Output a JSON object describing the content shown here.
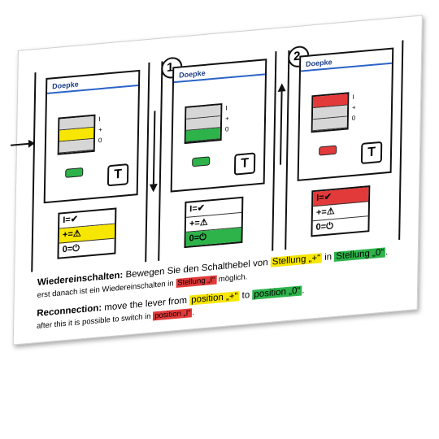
{
  "brand": "Doepke",
  "t_button": "T",
  "steps": [
    "1.",
    "2."
  ],
  "scale": [
    "I",
    "+",
    "0"
  ],
  "legend": [
    {
      "left": "I",
      "right": "=✔"
    },
    {
      "left": "+",
      "right": "=⚠"
    },
    {
      "left": "0",
      "right": "=⏻"
    }
  ],
  "colors": {
    "yellow": "#f7e600",
    "green": "#2db34a",
    "red": "#e23a3a",
    "grey": "#d6d6d6",
    "blue": "#2b63c8"
  },
  "german": {
    "title": "Wiedereinschalten:",
    "t1": " Bewegen Sie den Schalthebel von ",
    "hl1": "Stellung „+“",
    "t2": " in ",
    "hl2": "Stellung „0“",
    "t3": ".",
    "t4": "erst danach ist ein Wiedereinschalten in ",
    "hl3": "Stellung „I“",
    "t5": " möglich."
  },
  "english": {
    "title": "Reconnection:",
    "t1": " move the lever from ",
    "hl1": "position „+“",
    "t2": " to ",
    "hl2": "position „0“",
    "t3": ".",
    "t4": "after this it is possible to switch in ",
    "hl3": "position „I“",
    "t5": "."
  }
}
